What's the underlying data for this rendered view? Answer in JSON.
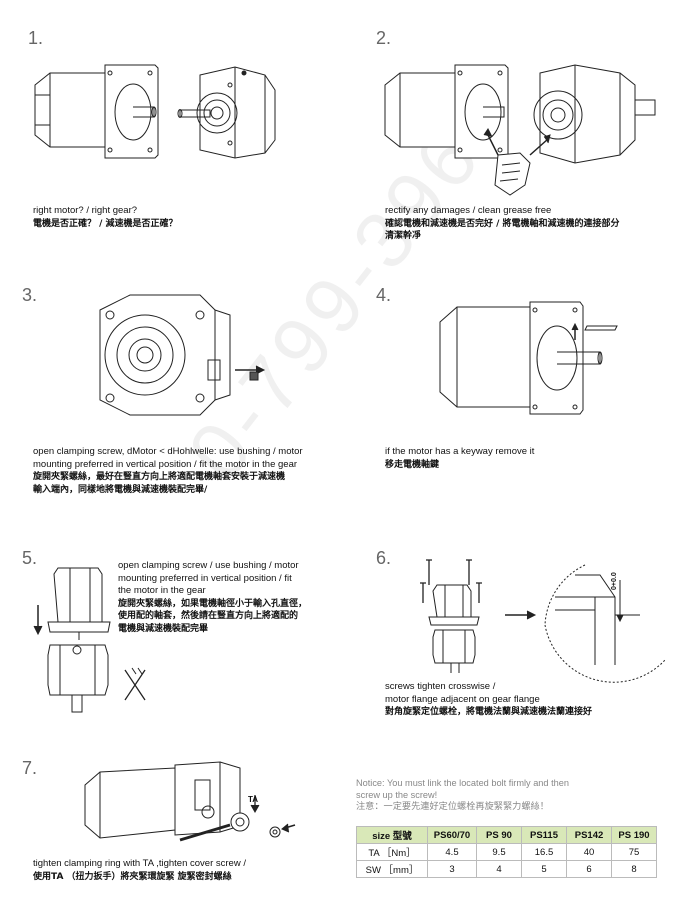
{
  "steps": [
    {
      "num": "1.",
      "lines": [
        "right motor? / right gear?",
        "電機是否正確？ / 減速機是否正確？"
      ]
    },
    {
      "num": "2.",
      "lines": [
        "rectify any damages / clean grease free",
        "確認電機和減速機是否完好 / 將電機軸和減速機的連接部分",
        "清潔幹凈"
      ]
    },
    {
      "num": "3.",
      "lines": [
        "open clamping screw, dMotor < dHohlwelle: use bushing / motor",
        "mounting preferred in vertical position / fit the motor in the gear",
        "旋開夾緊螺絲，最好在豎直方向上將適配電機軸套安裝于減速機",
        "輸入端內，同樣地將電機與減速機裝配完畢/"
      ]
    },
    {
      "num": "4.",
      "lines": [
        "if the motor has a keyway remove it",
        "移走電機軸鍵"
      ]
    },
    {
      "num": "5.",
      "lines": [
        "open clamping screw / use bushing / motor",
        "mounting  preferred in vertical position / fit",
        "the motor in the gear",
        "旋開夾緊螺絲，如果電機軸徑小于輸入孔直徑，",
        "使用配的軸套，然後請在豎直方向上將適配的",
        "電機與減速機裝配完畢"
      ]
    },
    {
      "num": "6.",
      "lines": [
        "screws tighten crosswise /",
        "motor flange adjacent on gear flange",
        "對角旋緊定位螺栓，將電機法蘭與減速機法蘭連接好"
      ]
    },
    {
      "num": "7.",
      "lines": [
        "tighten clamping ring with TA ,tighten cover screw /",
        "使用TA （扭力扳手）將夾緊環旋緊 旋緊密封螺絲"
      ]
    }
  ],
  "step6_dim": "0+0.0",
  "step7_label": "TA",
  "notice": {
    "en1": "Notice: You must link the located bolt firmly and then",
    "en2": "screw up the screw!",
    "zh": "注意：一定要先連好定位螺栓再旋緊緊力螺絲！"
  },
  "table": {
    "headers": [
      "size 型號",
      "PS60/70",
      "PS 90",
      "PS115",
      "PS142",
      "PS 190"
    ],
    "rows": [
      [
        "TA ［Nm］",
        "4.5",
        "9.5",
        "16.5",
        "40",
        "75"
      ],
      [
        "SW ［mm］",
        "3",
        "4",
        "5",
        "6",
        "8"
      ]
    ]
  },
  "watermark": "0-799-3965"
}
